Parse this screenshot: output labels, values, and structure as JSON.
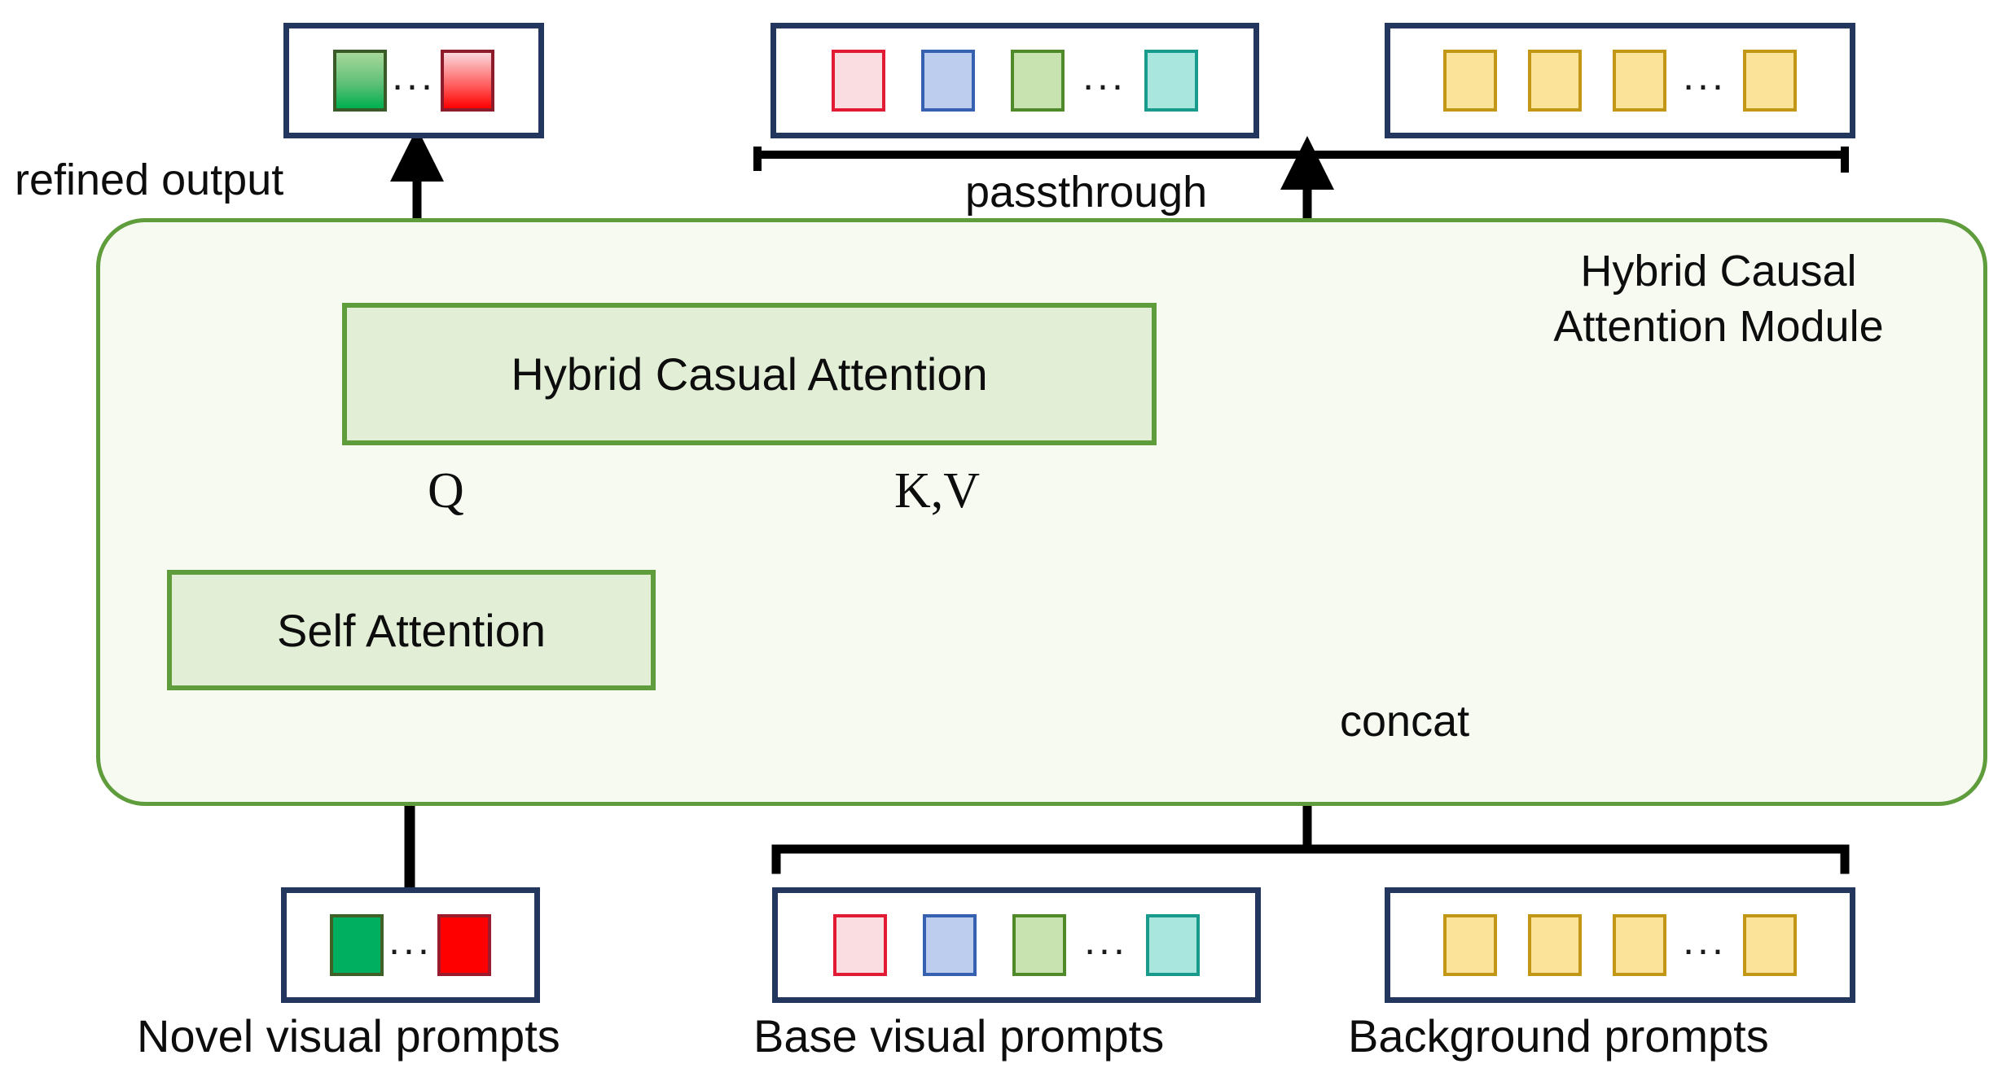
{
  "figure": {
    "title": "Hybrid Causal Attention Module diagram",
    "module_label": "Hybrid Causal\nAttention Module",
    "panel_color": "#f6faf1",
    "panel_border": "#5f9c3b",
    "box_border": "#23365e",
    "wire_color": "#000000"
  },
  "blocks": {
    "hybrid_casual_attention": "Hybrid Casual Attention",
    "self_attention": "Self Attention"
  },
  "edge_labels": {
    "refined_output": "refined output",
    "passthrough": "passthrough",
    "concat": "concat",
    "q": "Q",
    "kv": "K,V"
  },
  "bottom_labels": {
    "novel": "Novel visual prompts",
    "base": "Base visual prompts",
    "background": "Background prompts"
  },
  "token_boxes": {
    "refined_output_tokens": {
      "name": "refined output tokens",
      "chips": [
        "green-gradient",
        "ellipsis",
        "red-gradient"
      ]
    },
    "base_tokens_top": {
      "name": "base visual prompt tokens (top)",
      "chips": [
        "pink",
        "blue",
        "light-green",
        "ellipsis",
        "teal"
      ]
    },
    "background_tokens_top": {
      "name": "background prompt tokens (top)",
      "chips": [
        "yellow",
        "yellow",
        "yellow",
        "ellipsis",
        "yellow"
      ]
    },
    "novel_tokens_bottom": {
      "name": "novel visual prompt tokens (bottom)",
      "chips": [
        "green-solid",
        "ellipsis",
        "red-solid"
      ]
    },
    "base_tokens_bottom": {
      "name": "base visual prompt tokens (bottom)",
      "chips": [
        "pink",
        "blue",
        "light-green",
        "ellipsis",
        "teal"
      ]
    },
    "background_tokens_bottom": {
      "name": "background prompt tokens (bottom)",
      "chips": [
        "yellow",
        "yellow",
        "yellow",
        "ellipsis",
        "yellow"
      ]
    }
  },
  "chip_colors": {
    "green_gradient_fill": "#00b050",
    "red_gradient_fill": "#ff0000",
    "green_solid": "#00b060",
    "red_solid": "#fe0000",
    "pink": "#fadde1",
    "blue": "#bdcdee",
    "light_green": "#c9e3b0",
    "teal": "#a9e6dd",
    "yellow": "#fbe49a"
  },
  "ellipsis_glyph": "..."
}
